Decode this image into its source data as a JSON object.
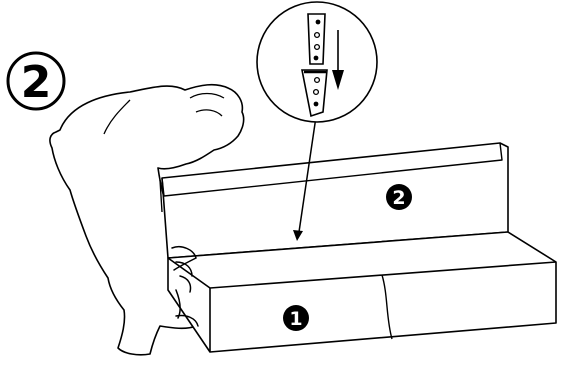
{
  "step": {
    "number": "2"
  },
  "parts": [
    {
      "label": "1"
    },
    {
      "label": "2"
    }
  ],
  "detail": {
    "description_icon": "bracket-insert-down-icon"
  },
  "colors": {
    "ink": "#000000",
    "paper": "#ffffff"
  }
}
